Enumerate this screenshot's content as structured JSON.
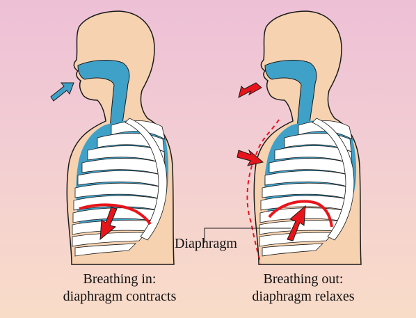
{
  "inhale": {
    "caption_line1": "Breathing in:",
    "caption_line2": "diaphragm contracts"
  },
  "exhale": {
    "caption_line1": "Breathing out:",
    "caption_line2": "diaphragm relaxes"
  },
  "diaphragm_label": "Diaphragm",
  "colors": {
    "background_top": "#eec0d6",
    "background_bottom": "#f9dcc8",
    "skin": "#f6d2b0",
    "airway_and_lungs": "#3fa1c8",
    "ribs": "#ffffff",
    "air_in_arrow": "#3fa1c8",
    "air_out_arrow": "#e8141b",
    "diaphragm_and_motion": "#e8141b"
  }
}
